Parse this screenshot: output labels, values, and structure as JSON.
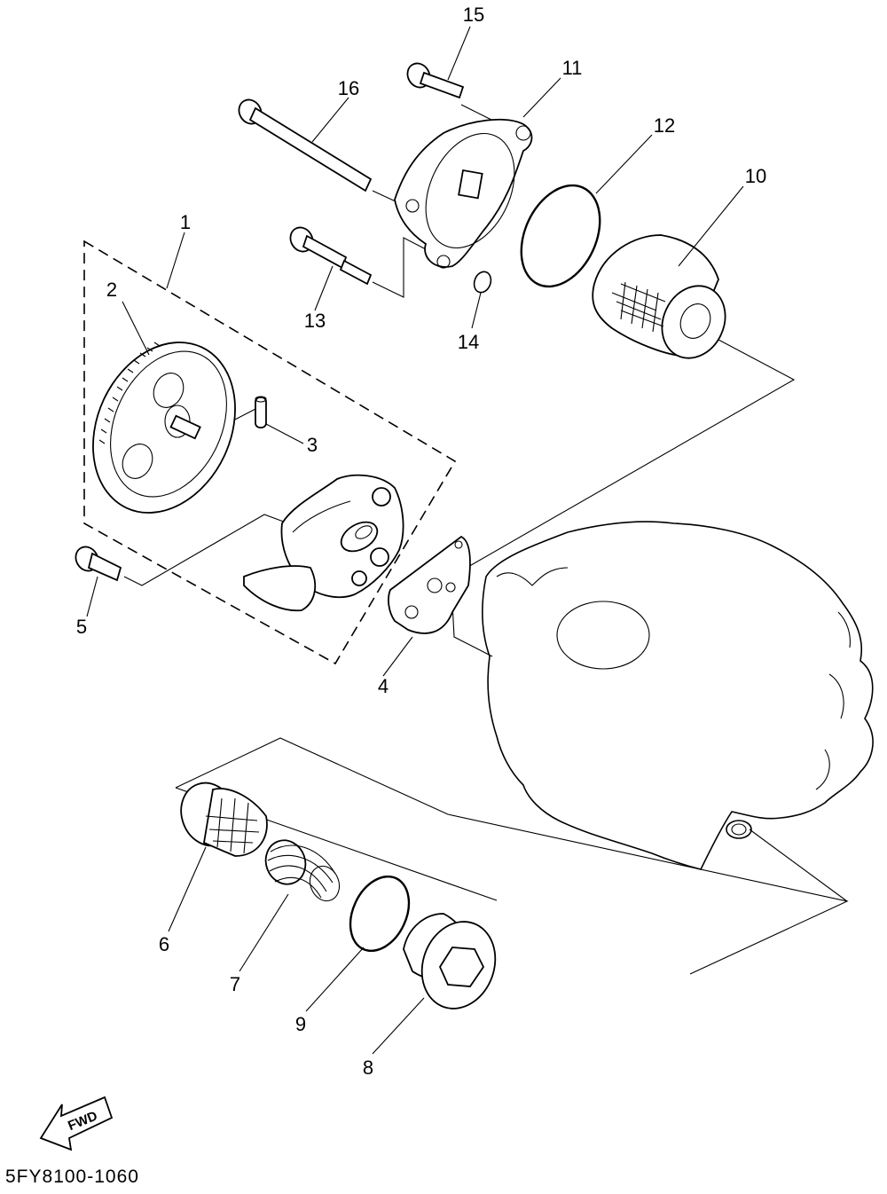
{
  "diagram": {
    "drawing_code": "5FY8100-1060",
    "fwd_label": "FWD",
    "callouts": [
      "1",
      "2",
      "3",
      "4",
      "5",
      "6",
      "7",
      "8",
      "9",
      "10",
      "11",
      "12",
      "13",
      "14",
      "15",
      "16"
    ]
  }
}
